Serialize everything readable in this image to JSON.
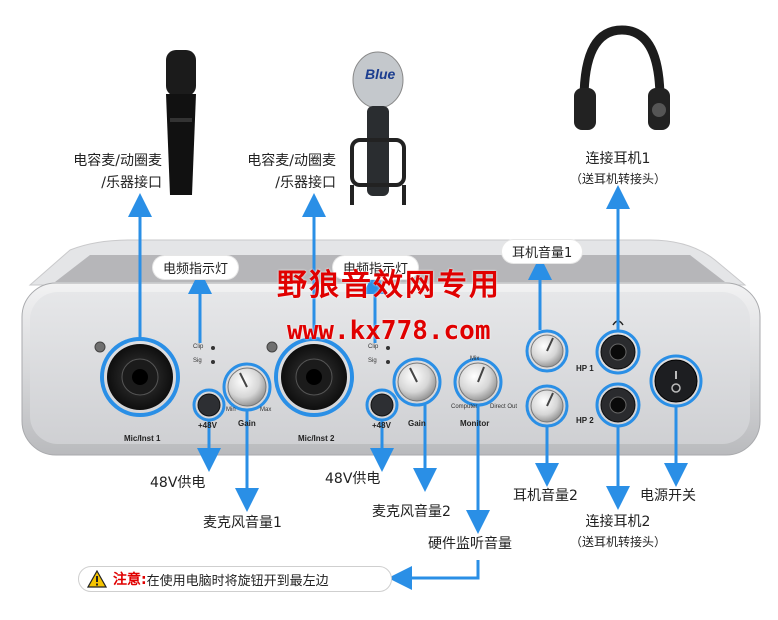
{
  "callouts": {
    "mic1_port": {
      "line1": "电容麦/动圈麦",
      "line2": "/乐器接口"
    },
    "mic2_port": {
      "line1": "电容麦/动圈麦",
      "line2": "/乐器接口"
    },
    "hp1": {
      "line1": "连接耳机1",
      "line2": "（送耳机转接头）"
    },
    "hp2": {
      "line1": "连接耳机2",
      "line2": "（送耳机转接头）"
    },
    "clip_led_1": "电频指示灯",
    "clip_led_2": "电频指示灯",
    "hp_volume_1": "耳机音量1",
    "hp_volume_2": "耳机音量2",
    "phantom_1": "48V供电",
    "phantom_2": "48V供电",
    "gain_1": "麦克风音量1",
    "gain_2": "麦克风音量2",
    "monitor": "硬件监听音量",
    "power": "电源开关"
  },
  "watermark": {
    "line1": "野狼音效网专用",
    "line2": "www.kx778.com"
  },
  "note": {
    "label": "注意:",
    "text": "在使用电脑时将旋钮开到最左边"
  },
  "device": {
    "mic_inst_1": "Mic/Inst 1",
    "mic_inst_2": "Mic/Inst 2",
    "plus48v_1": "+48V",
    "plus48v_2": "+48V",
    "gain_1": "Gain",
    "gain_2": "Gain",
    "monitor": "Monitor",
    "hp1": "HP 1",
    "hp2": "HP 2",
    "clip": "Clip",
    "sig": "Sig",
    "clip2": "Clip",
    "sig2": "Sig",
    "min": "Min",
    "max": "Max",
    "mix": "Mix",
    "computer": "Computer",
    "direct_out": "Direct Out",
    "blue_logo": "Blue"
  },
  "colors": {
    "accent": "#2a8fe6",
    "warning": "#e00000",
    "device": "#d9dadc"
  }
}
